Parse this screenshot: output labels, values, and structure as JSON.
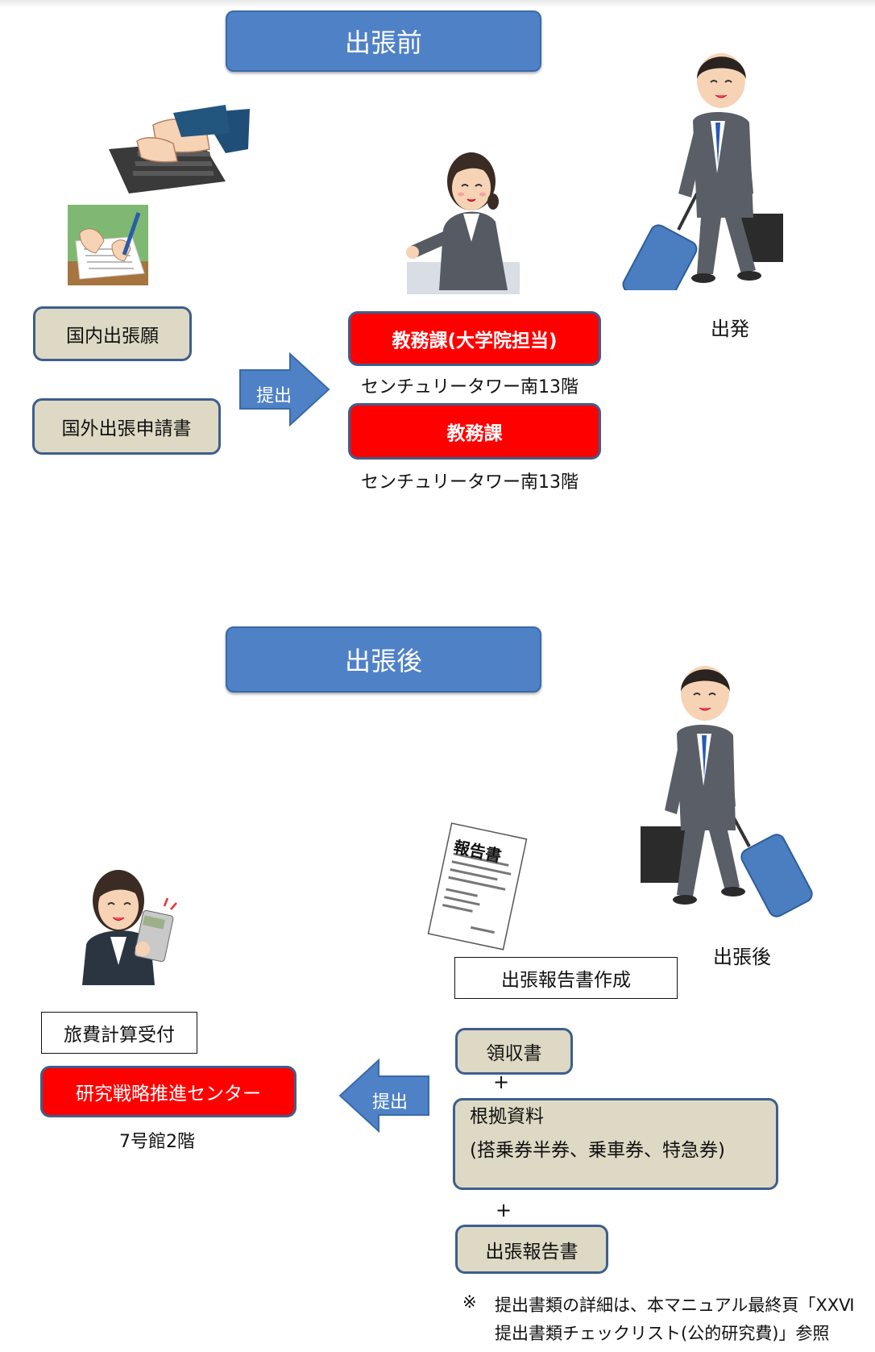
{
  "before": {
    "header": "出張前",
    "forms": [
      "国内出張願",
      "国外出張申請書"
    ],
    "arrow_label": "提出",
    "offices": [
      {
        "name": "教務課(大学院担当)",
        "location": "センチュリータワー南13階"
      },
      {
        "name": "教務課",
        "location": "センチュリータワー南13階"
      }
    ],
    "departure": "出発"
  },
  "after": {
    "header": "出張後",
    "traveler_label": "出張後",
    "report_doc_title": "報告書",
    "create_report": "出張報告書作成",
    "documents": [
      "領収書",
      "根拠資料",
      "(搭乗券半券、乗車券、特急券)",
      "出張報告書"
    ],
    "plus": "+",
    "arrow_label": "提出",
    "reception": "旅費計算受付",
    "center": "研究戦略推進センター",
    "center_location": "7号館2階",
    "note_mark": "※",
    "note_line1": "提出書類の詳細は、本マニュアル最終頁「ⅩⅩⅥ",
    "note_line2": "提出書類チェックリスト(公的研究費)」参照"
  },
  "colors": {
    "header_blue": "#4f81c7",
    "beige": "#ddd9c4",
    "red": "#ff0000",
    "border_navy": "#3e5e8d"
  }
}
